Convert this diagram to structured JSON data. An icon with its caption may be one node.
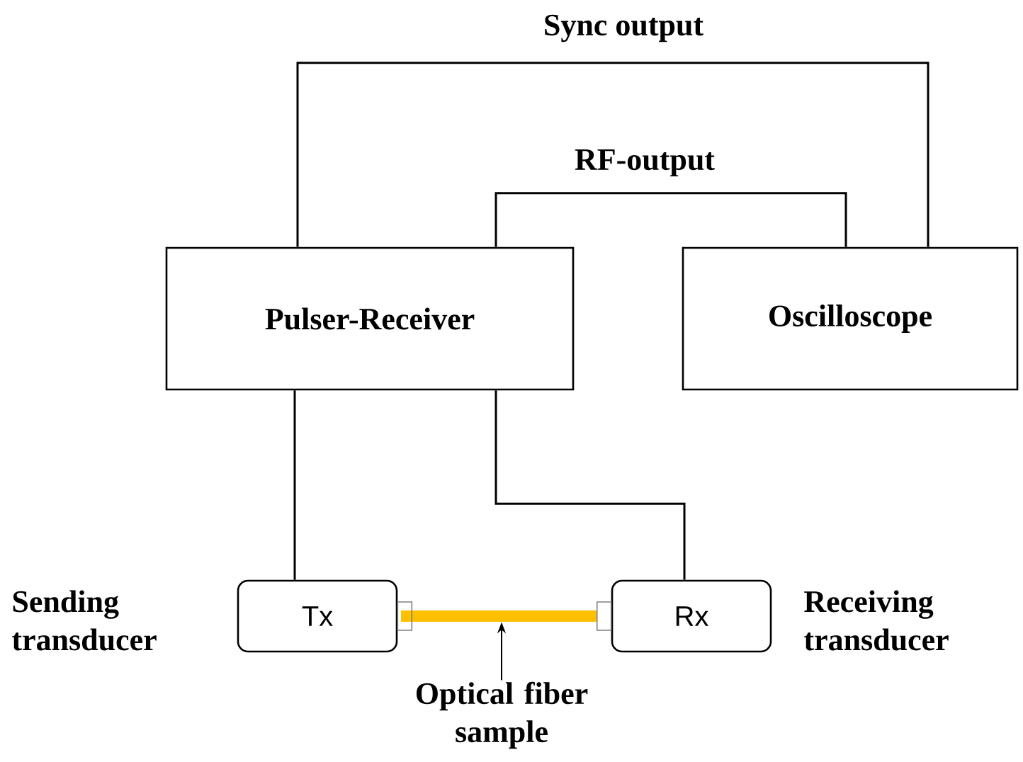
{
  "diagram": {
    "nodes": [
      {
        "text": [
          "Pulser-Receiver"
        ]
      },
      {
        "text": [
          "Oscilloscope"
        ]
      },
      {
        "text": [
          "Tx"
        ],
        "beside": [
          "Sending transducer"
        ]
      },
      {
        "text": [
          "Rx"
        ],
        "beside": [
          "Receiving transducer"
        ]
      },
      {
        "text": [],
        "shape": "bar"
      },
      {
        "text": [
          "Optical fiber sample"
        ]
      }
    ],
    "edges": [
      {
        "from": 0,
        "to": 1,
        "arrow": "none",
        "label": "Sync output"
      },
      {
        "from": 0,
        "to": 1,
        "arrow": "none",
        "label": "RF-output"
      },
      {
        "from": 0,
        "to": 2,
        "arrow": "none"
      },
      {
        "from": 0,
        "to": 3,
        "arrow": "none"
      },
      {
        "from": 5,
        "to": 4,
        "arrow": "to"
      }
    ]
  }
}
